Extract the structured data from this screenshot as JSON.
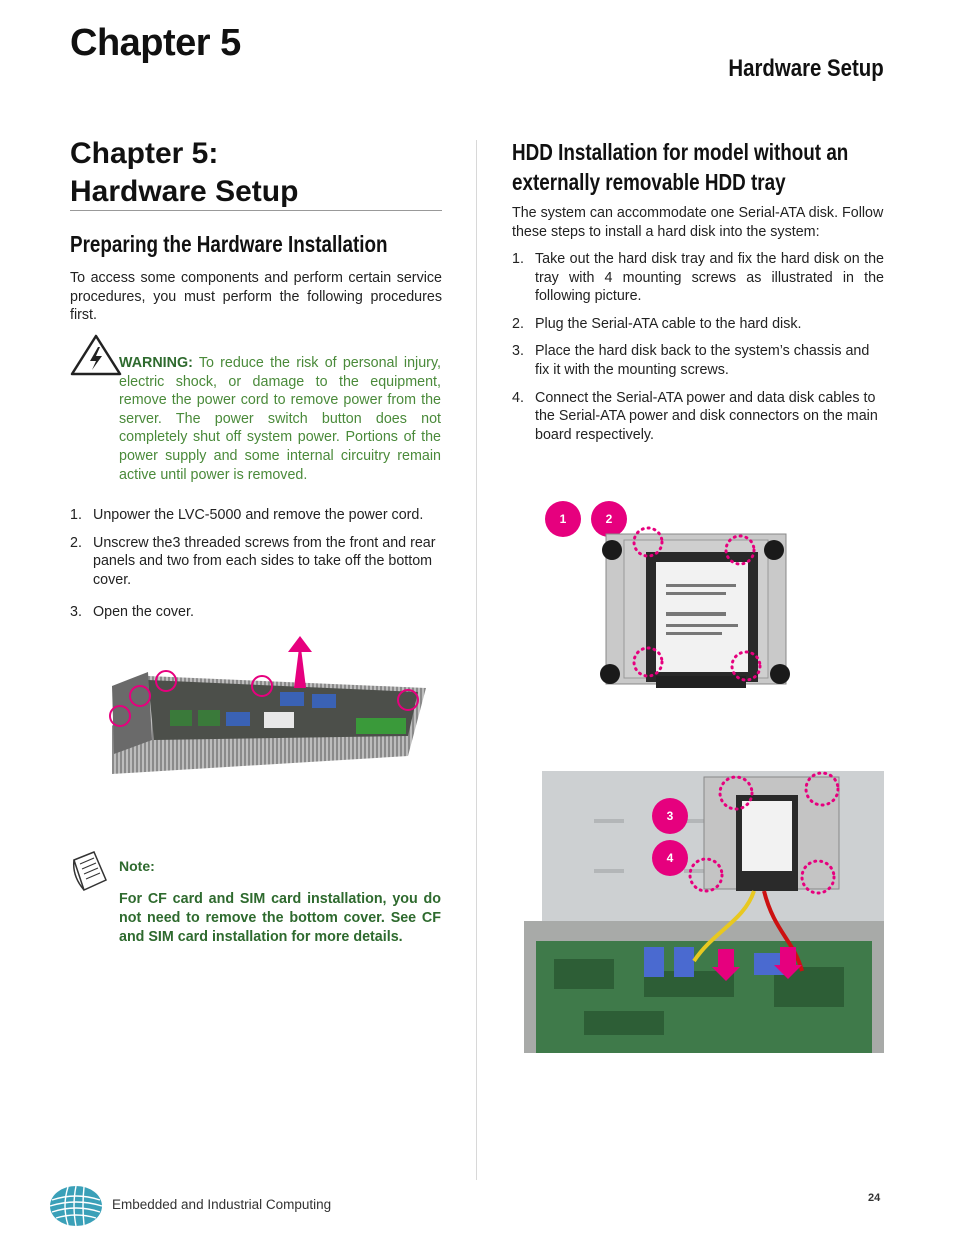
{
  "header": {
    "chapter": "Chapter 5",
    "section": "Hardware Setup"
  },
  "left": {
    "chapter_title_line1": "Chapter 5:",
    "chapter_title_line2": "Hardware Setup",
    "heading": "Preparing the Hardware Installation",
    "intro": "To access some components and perform certain service procedures, you must perform  the following procedures first.",
    "warning_label": "WARNING:",
    "warning_text": " To reduce the risk of personal injury, electric shock, or damage to the equipment, remove the power cord to remove power from the server. The power switch button does not completely shut off system power. Portions of the power supply and some internal circuitry remain active until power is removed.",
    "steps": [
      {
        "num": "1.",
        "text": "Unpower the LVC-5000 and remove the power cord."
      },
      {
        "num": "2.",
        "text": "Unscrew the3 threaded screws from the front and rear panels and two from each sides to take off the bottom cover."
      },
      {
        "num": "3.",
        "text": "Open the cover."
      }
    ],
    "note_label": "Note:",
    "note_text": "For CF card and SIM card installation, you do not need to remove the bottom cover. See CF and SIM card installation for more details."
  },
  "right": {
    "heading_line1": "HDD Installation for model without an",
    "heading_line2": "externally removable HDD tray",
    "intro": "The system can accommodate one Serial-ATA disk. Follow these steps to install a hard disk into the system:",
    "steps": [
      {
        "num": "1.",
        "text": "Take out the hard disk tray and fix the hard disk on the tray with 4 mounting screws as illustrated in the following picture."
      },
      {
        "num": "2.",
        "text": "Plug the Serial-ATA cable to the hard disk."
      },
      {
        "num": "3.",
        "text": "Place the hard disk back to the system’s chassis and fix it with the mounting screws."
      },
      {
        "num": "4.",
        "text": "Connect the Serial-ATA power and data disk cables to the Serial-ATA power and disk connectors on the main board respectively."
      }
    ],
    "badges": [
      "1",
      "2",
      "3",
      "4"
    ]
  },
  "footer": {
    "text": "Embedded and Industrial Computing",
    "page": "24"
  },
  "colors": {
    "accent_magenta": "#e6007e",
    "note_green": "#2e6a2e",
    "warning_green": "#4a8a3a"
  }
}
